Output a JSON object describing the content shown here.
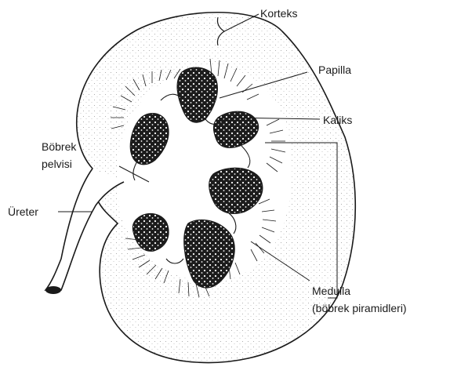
{
  "labels": {
    "korteks": "Korteks",
    "papilla": "Papilla",
    "kaliks": "Kaliks",
    "pelvis_line1": "Böbrek",
    "pelvis_line2": "pelvisi",
    "ureter": "Üreter",
    "medulla_line1": "Medulla",
    "medulla_line2": "(böbrek piramidleri)"
  },
  "colors": {
    "outline": "#1a1a1a",
    "cortex_stipple": "#9a9a9a",
    "pyramid_fill": "#1c1c1c",
    "background": "#ffffff"
  }
}
